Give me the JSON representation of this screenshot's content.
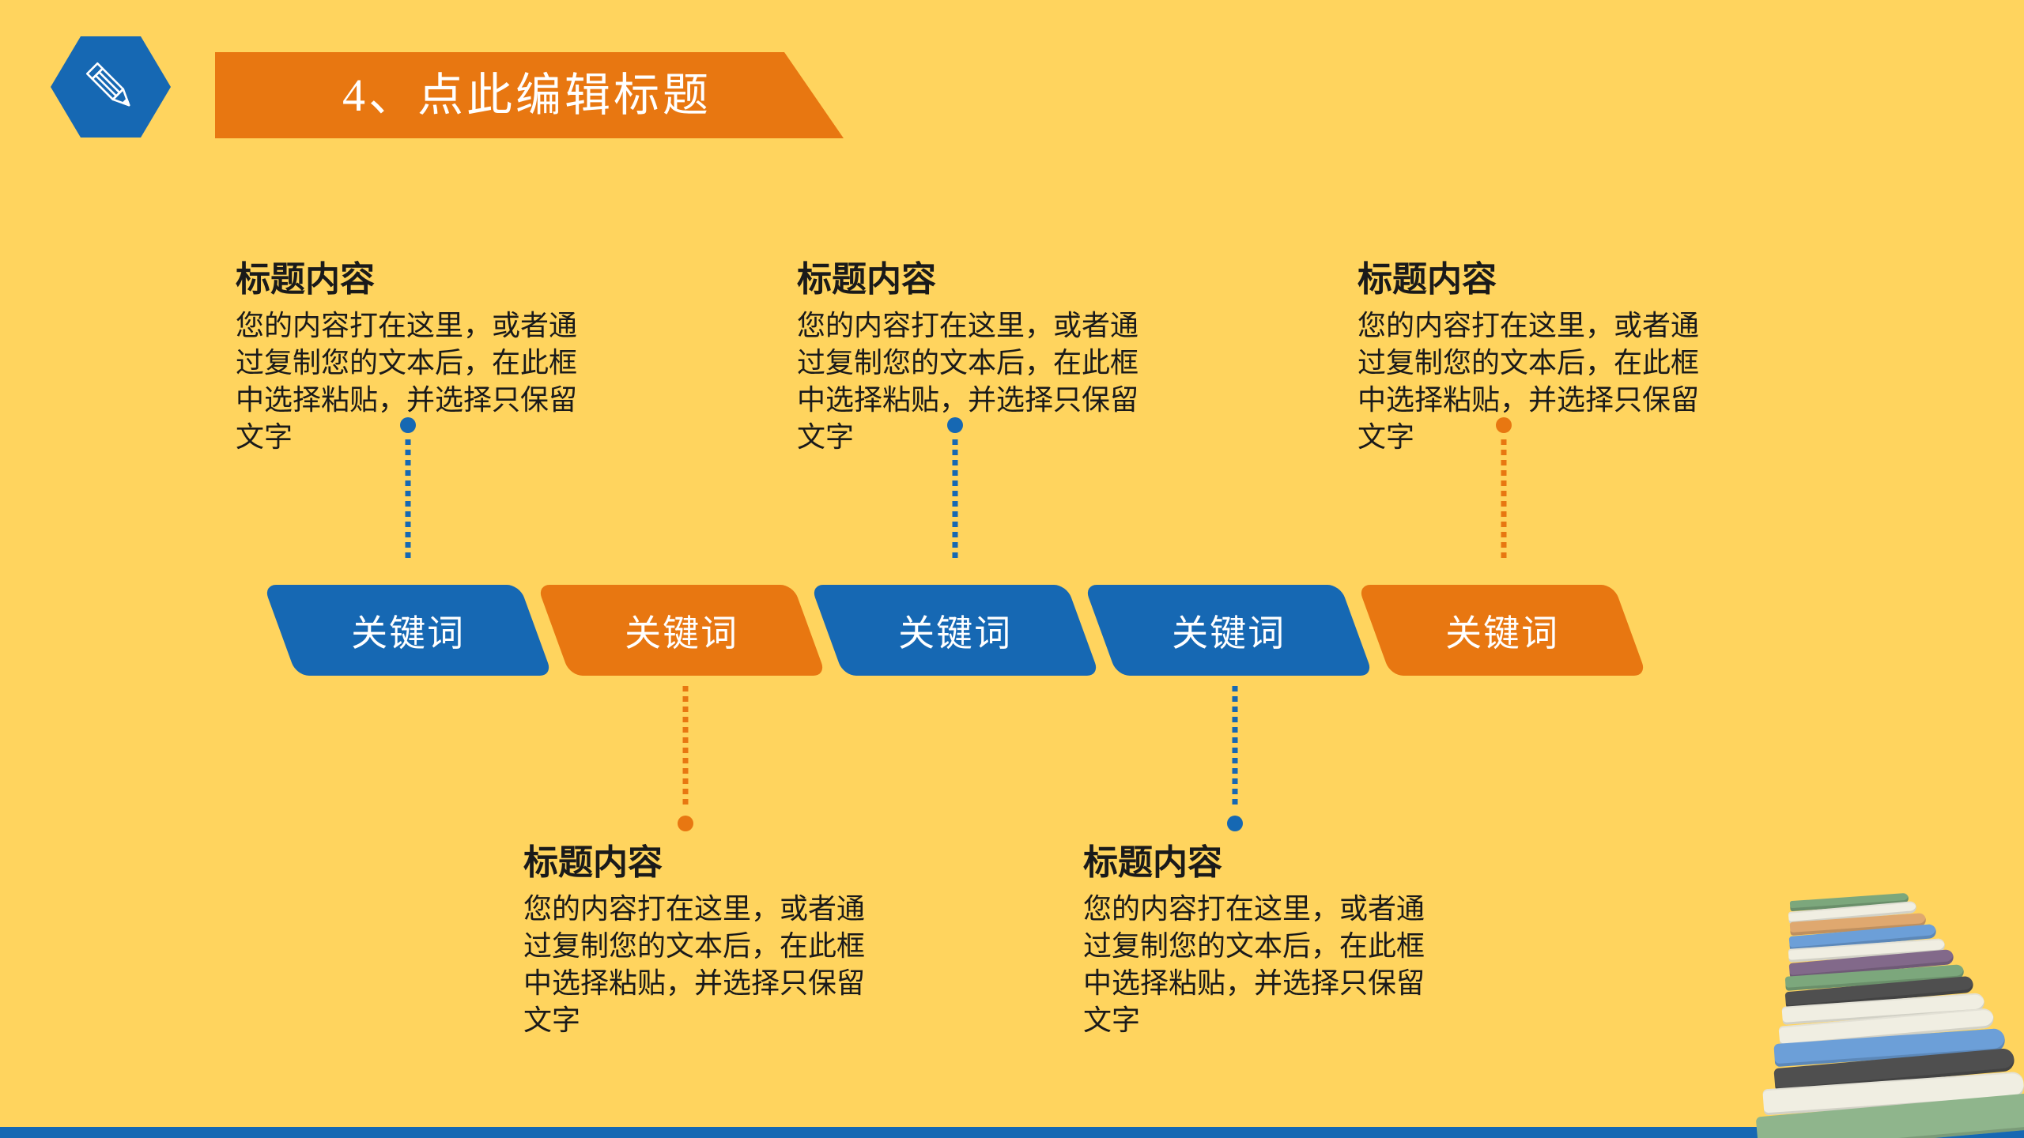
{
  "theme": {
    "background": "#FFD45E",
    "blue": "#1668B3",
    "orange": "#E87711",
    "text_color": "#1A1A1A",
    "white": "#FFFFFF"
  },
  "header": {
    "title": "4、点此编辑标题",
    "icon": "pencil-icon"
  },
  "timeline": {
    "keywords": [
      {
        "label": "关键词",
        "color": "blue"
      },
      {
        "label": "关键词",
        "color": "orange"
      },
      {
        "label": "关键词",
        "color": "blue"
      },
      {
        "label": "关键词",
        "color": "blue"
      },
      {
        "label": "关键词",
        "color": "orange"
      }
    ],
    "top_blocks": [
      {
        "heading": "标题内容",
        "body_lines": [
          "您的内容打在这里，或者通",
          "过复制您的文本后，在此框",
          "中选择粘贴，并选择只保留",
          "文字"
        ],
        "connector_color": "blue"
      },
      {
        "heading": "标题内容",
        "body_lines": [
          "您的内容打在这里，或者通",
          "过复制您的文本后，在此框",
          "中选择粘贴，并选择只保留",
          "文字"
        ],
        "connector_color": "blue"
      },
      {
        "heading": "标题内容",
        "body_lines": [
          "您的内容打在这里，或者通",
          "过复制您的文本后，在此框",
          "中选择粘贴，并选择只保留",
          "文字"
        ],
        "connector_color": "orange"
      }
    ],
    "bottom_blocks": [
      {
        "heading": "标题内容",
        "body_lines": [
          "您的内容打在这里，或者通",
          "过复制您的文本后，在此框",
          "中选择粘贴，并选择只保留",
          "文字"
        ],
        "connector_color": "orange"
      },
      {
        "heading": "标题内容",
        "body_lines": [
          "您的内容打在这里，或者通",
          "过复制您的文本后，在此框",
          "中选择粘贴，并选择只保留",
          "文字"
        ],
        "connector_color": "blue"
      }
    ]
  },
  "decor": {
    "books_illustration": "stack-of-books",
    "bottom_strip_color": "#1668B3"
  }
}
